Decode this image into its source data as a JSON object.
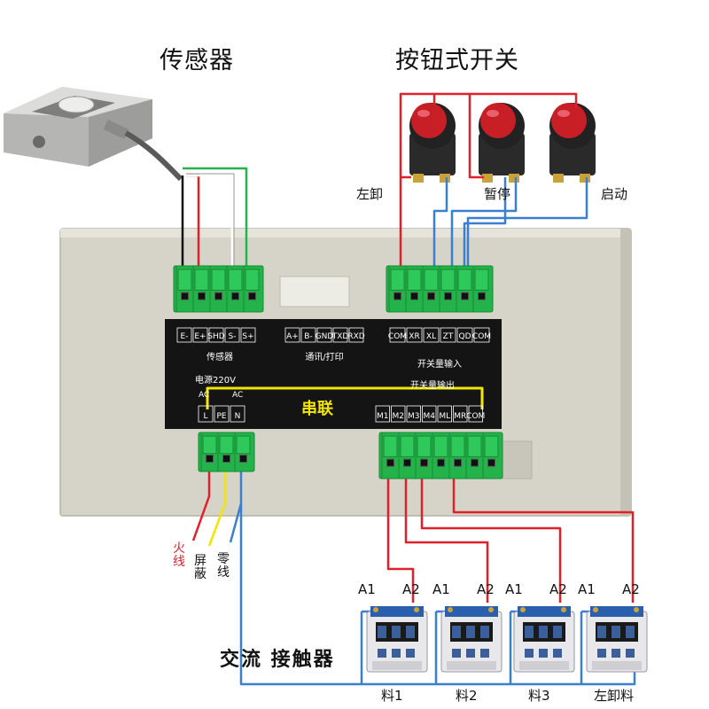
{
  "titles": {
    "sensor": "传感器",
    "buttons": "按钮式开关",
    "contactors": "交流 接触器"
  },
  "button_labels": [
    "左卸",
    "暂停",
    "启动"
  ],
  "panel": {
    "sensor_terms": [
      "E-",
      "E+",
      "SHD",
      "S-",
      "S+"
    ],
    "sensor_caption": "传感器",
    "comm_terms": [
      "A+",
      "B-",
      "GND",
      "TXD",
      "RXD"
    ],
    "comm_caption": "通讯/打印",
    "in_terms": [
      "COM",
      "XR",
      "XL",
      "ZT",
      "QD",
      "COM"
    ],
    "in_caption": "开关量输入",
    "power_caption": "电源220V",
    "power_ac_left": "AC",
    "power_ac_right": "AC",
    "power_terms": [
      "L",
      "PE",
      "N"
    ],
    "out_caption": "开关量输出",
    "out_terms": [
      "M1",
      "M2",
      "M3",
      "M4",
      "ML",
      "MR",
      "COM"
    ],
    "series_label": "串联"
  },
  "wire_labels": {
    "live": "火线",
    "shield": "屏蔽",
    "neutral": "零线"
  },
  "contactors": [
    {
      "a1": "A1",
      "a2": "A2",
      "name": "料1"
    },
    {
      "a1": "A1",
      "a2": "A2",
      "name": "料2"
    },
    {
      "a1": "A1",
      "a2": "A2",
      "name": "料3"
    },
    {
      "a1": "A1",
      "a2": "A2",
      "name": "左卸料"
    }
  ],
  "colors": {
    "red": "#e0202a",
    "blue": "#3a7fd0",
    "green": "#24b24a",
    "yellow": "#f2e600",
    "panel": "#d6d4c8",
    "label_panel": "#141414"
  }
}
